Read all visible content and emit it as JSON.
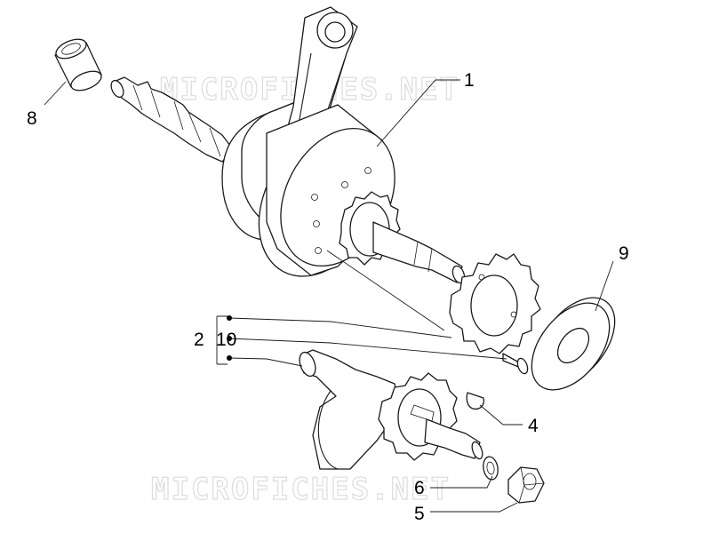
{
  "watermark": {
    "top": "MICROFICHES.NET",
    "bottom": "MICROFICHES.NET"
  },
  "callouts": {
    "c1": "1",
    "c2": "2",
    "c4": "4",
    "c5": "5",
    "c6": "6",
    "c8": "8",
    "c9": "9",
    "c10": "10"
  },
  "colors": {
    "line": "#1a1a1a",
    "watermark": "#dcdcdc",
    "background": "#ffffff"
  }
}
